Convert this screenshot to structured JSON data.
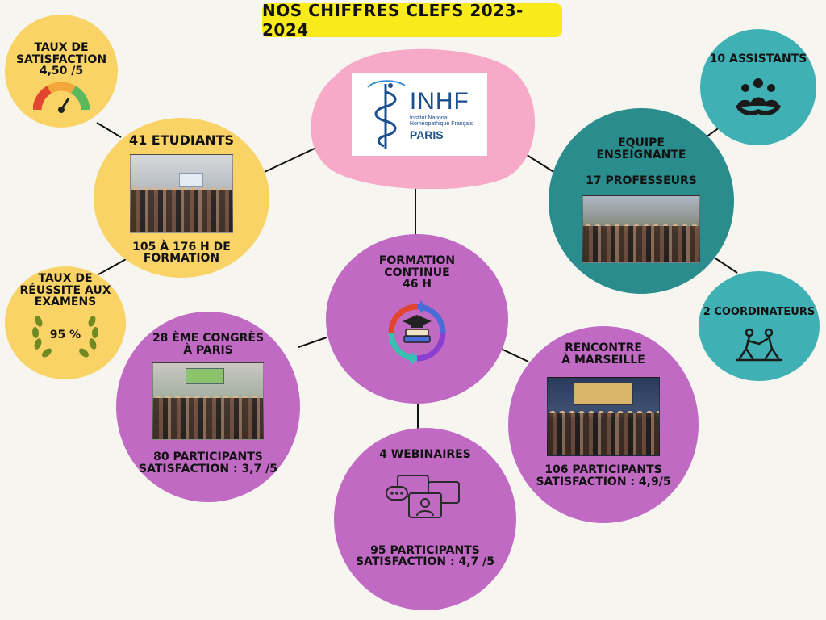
{
  "title": "NOS CHIFFRES CLEFS 2023-2024",
  "logo": {
    "name": "INHF",
    "subtitle_line1": "Institut National",
    "subtitle_line2": "Homéopathique Français",
    "city": "PARIS"
  },
  "satisfaction": {
    "line1": "TAUX DE",
    "line2": "SATISFACTION",
    "line3": "4,50 /5"
  },
  "etudiants": {
    "title": "41 ETUDIANTS",
    "line1": "105 À 176 H DE",
    "line2": "FORMATION"
  },
  "reussite": {
    "line1": "TAUX DE",
    "line2": "RÉUSSITE AUX",
    "line3": "EXAMENS",
    "value": "95 %"
  },
  "formation": {
    "line1": "FORMATION",
    "line2": "CONTINUE",
    "line3": "46 H"
  },
  "congres": {
    "line1": "28 ÈME CONGRÈS",
    "line2": "À PARIS",
    "stat1": "80 PARTICIPANTS",
    "stat2": "SATISFACTION : 3,7 /5"
  },
  "webinaires": {
    "title": "4 WEBINAIRES",
    "stat1": "95 PARTICIPANTS",
    "stat2": "SATISFACTION : 4,7 /5"
  },
  "marseille": {
    "line1": "RENCONTRE",
    "line2": "À MARSEILLE",
    "stat1": "106 PARTICIPANTS",
    "stat2": "SATISFACTION : 4,9/5"
  },
  "equipe": {
    "line1": "EQUIPE",
    "line2": "ENSEIGNANTE",
    "line3": "17 PROFESSEURS"
  },
  "assistants": {
    "label": "10 ASSISTANTS"
  },
  "coordinateurs": {
    "label": "2 COORDINATEURS"
  },
  "colors": {
    "yellow": "#fad367",
    "purple": "#c06ac4",
    "pink": "#f7a9c8",
    "teal": "#3fb0b4",
    "teal_dark": "#2a8c8c",
    "title_bg": "#f9ea1c"
  }
}
